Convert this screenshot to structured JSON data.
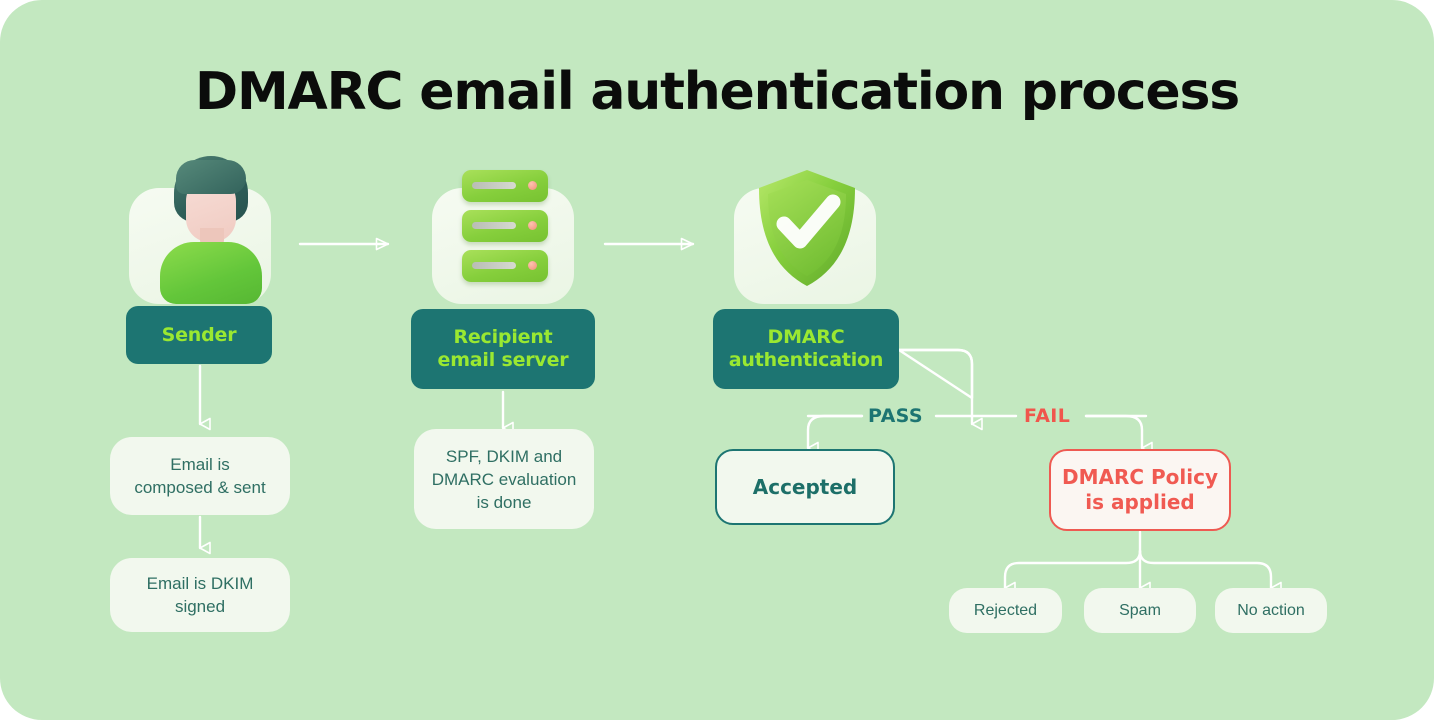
{
  "page": {
    "title": "DMARC email authentication process",
    "background_color": "#c3e8c0",
    "accent_teal": "#1d7572",
    "accent_lime": "#9ae831",
    "accent_red": "#f0564c",
    "panel_color": "#f2f8ee"
  },
  "columns": {
    "sender": {
      "icon": "user-avatar-icon",
      "label": "Sender",
      "steps": [
        {
          "text": "Email is\ncomposed & sent",
          "line1": "Email is",
          "line2": "composed & sent"
        },
        {
          "text": "Email is DKIM\nsigned",
          "line1": "Email is DKIM",
          "line2": "signed"
        }
      ]
    },
    "recipient": {
      "icon": "server-stack-icon",
      "label_line1": "Recipient",
      "label_line2": "email server",
      "steps": [
        {
          "line1": "SPF, DKIM and",
          "line2": "DMARC evaluation",
          "line3": "is done"
        }
      ]
    },
    "dmarc": {
      "icon": "shield-check-icon",
      "label_line1": "DMARC",
      "label_line2": "authentication"
    }
  },
  "branches": {
    "pass": {
      "label": "PASS",
      "color": "#1d7572",
      "result": "Accepted"
    },
    "fail": {
      "label": "FAIL",
      "color": "#f0564c",
      "result_line1": "DMARC Policy",
      "result_line2": "is applied",
      "outcomes": [
        {
          "label": "Rejected"
        },
        {
          "label": "Spam"
        },
        {
          "label": "No action"
        }
      ]
    }
  }
}
